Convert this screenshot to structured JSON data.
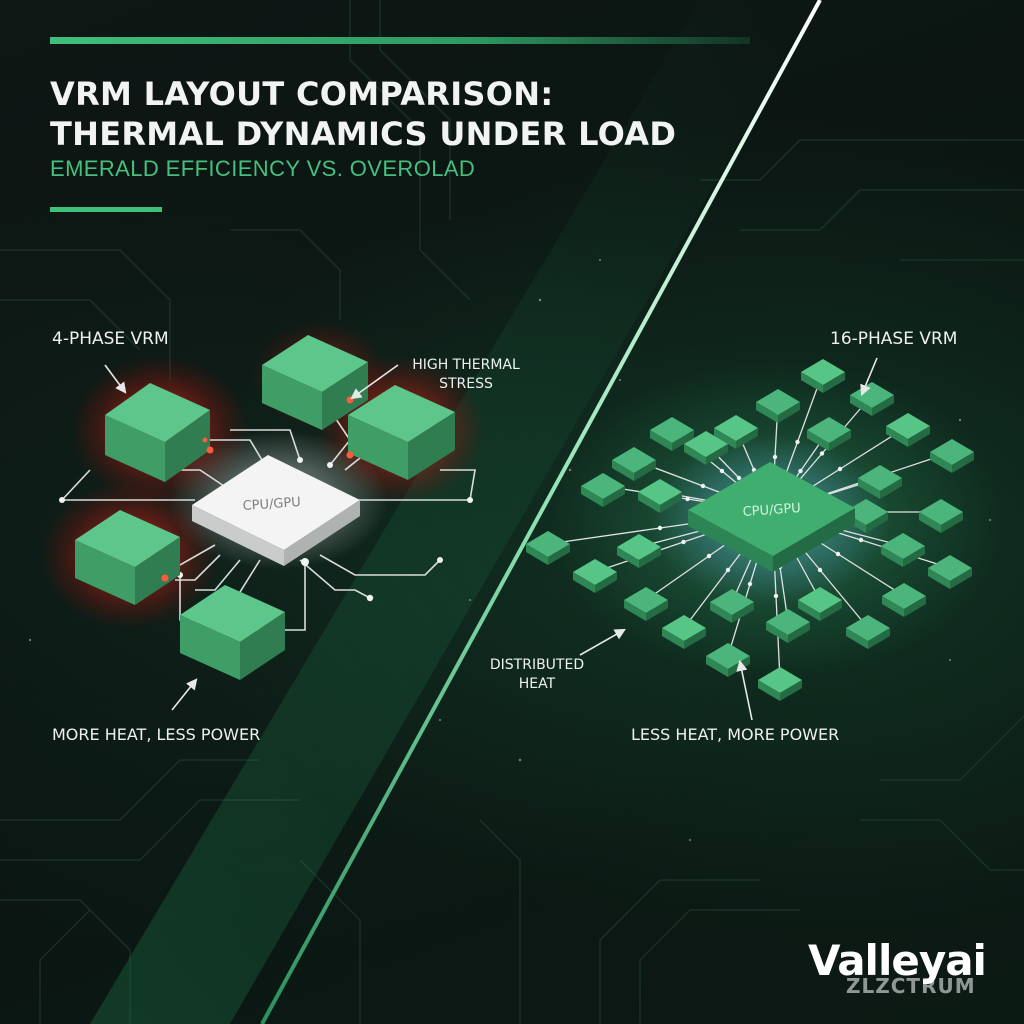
{
  "header": {
    "title_line1": "VRM LAYOUT COMPARISON:",
    "title_line2": "THERMAL DYNAMICS UNDER LOAD",
    "subtitle": "EMERALD EFFICIENCY VS. OVEROLAD"
  },
  "left_panel": {
    "label": "4-PHASE VRM",
    "callout_line1": "HIGH THERMAL",
    "callout_line2": "STRESS",
    "chip_label": "CPU/GPU",
    "footer": "MORE HEAT, LESS POWER",
    "phase_count": 4
  },
  "right_panel": {
    "label": "16-PHASE VRM",
    "callout_line1": "DISTRIBUTED",
    "callout_line2": "HEAT",
    "chip_label": "CPU/GPU",
    "footer": "LESS HEAT, MORE POWER"
  },
  "branding": {
    "logo_text": "Valleyai",
    "logo_subtext": "ZLZCTRUM"
  },
  "colors": {
    "accent": "#3fbf7a",
    "background": "#0b1512",
    "heat": "#ff2a1a",
    "chip_white": "#f2f2f2",
    "module_green": "#4cb57b"
  }
}
